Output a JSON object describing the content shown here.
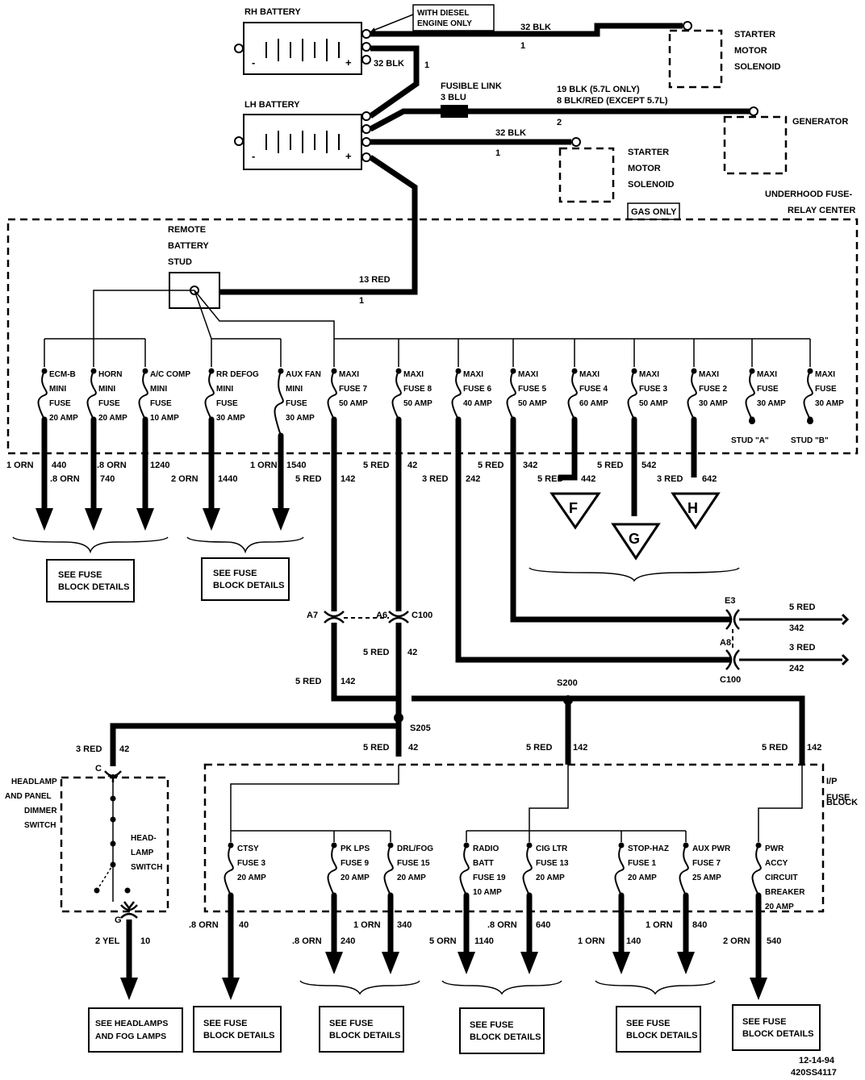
{
  "batteries": {
    "rh": {
      "label": "RH BATTERY",
      "note": "WITH DIESEL ENGINE ONLY"
    },
    "lh": {
      "label": "LH BATTERY"
    }
  },
  "top_wires": {
    "w_rh_starter": {
      "gauge": "32 BLK",
      "circuit": "1"
    },
    "w_rh_lh": {
      "gauge": "32 BLK",
      "circuit": "1"
    },
    "fusible_link": "FUSIBLE LINK 3 BLU",
    "w_gen_a": "19 BLK (5.7L ONLY)",
    "w_gen_b": "8 BLK/RED (EXCEPT 5.7L)",
    "w_gen_circuit": "2",
    "w_lh_starter": {
      "gauge": "32 BLK",
      "circuit": "1"
    }
  },
  "components": {
    "starter_rh": "STARTER MOTOR SOLENOID",
    "starter_gas": "STARTER MOTOR SOLENOID",
    "gas_only": "GAS ONLY",
    "generator": "GENERATOR",
    "underhood": "UNDERHOOD FUSE- RELAY CENTER",
    "remote_stud": "REMOTE BATTERY STUD",
    "w_13red": {
      "gauge": "13 RED",
      "circuit": "1"
    },
    "ip_block": "I/P FUSE BLOCK"
  },
  "uh_fuses": [
    {
      "name": "ECM-B",
      "type": "MINI",
      "label": "FUSE",
      "rating": "20 AMP"
    },
    {
      "name": "HORN",
      "type": "MINI",
      "label": "FUSE",
      "rating": "20 AMP"
    },
    {
      "name": "A/C COMP",
      "type": "MINI",
      "label": "FUSE",
      "rating": "10 AMP"
    },
    {
      "name": "RR DEFOG",
      "type": "MINI",
      "label": "FUSE",
      "rating": "30 AMP"
    },
    {
      "name": "AUX FAN",
      "type": "MINI",
      "label": "FUSE",
      "rating": "30 AMP"
    },
    {
      "name": "MAXI",
      "type": "FUSE 7",
      "label": "",
      "rating": "50 AMP"
    },
    {
      "name": "MAXI",
      "type": "FUSE 8",
      "label": "",
      "rating": "50 AMP"
    },
    {
      "name": "MAXI",
      "type": "FUSE 6",
      "label": "",
      "rating": "40 AMP"
    },
    {
      "name": "MAXI",
      "type": "FUSE 5",
      "label": "",
      "rating": "50 AMP"
    },
    {
      "name": "MAXI",
      "type": "FUSE 4",
      "label": "",
      "rating": "60 AMP"
    },
    {
      "name": "MAXI",
      "type": "FUSE 3",
      "label": "",
      "rating": "50 AMP"
    },
    {
      "name": "MAXI",
      "type": "FUSE 2",
      "label": "",
      "rating": "30 AMP"
    },
    {
      "name": "MAXI",
      "type": "FUSE",
      "label": "",
      "rating": "30 AMP"
    },
    {
      "name": "MAXI",
      "type": "FUSE",
      "label": "",
      "rating": "30 AMP"
    }
  ],
  "studs": {
    "a": "STUD \"A\"",
    "b": "STUD \"B\""
  },
  "uh_wires": {
    "w1": {
      "gauge": "1 ORN",
      "circuit": "440"
    },
    "w2": {
      "gauge": ".8 ORN",
      "circuit": "740"
    },
    "w3": {
      "gauge": ".8 ORN",
      "circuit": "1240"
    },
    "w4": {
      "gauge": "2 ORN",
      "circuit": "1440"
    },
    "w5": {
      "gauge": "1 ORN",
      "circuit": "1540"
    },
    "w6": {
      "gauge": "5 RED",
      "circuit": "142"
    },
    "w7": {
      "gauge": "5 RED",
      "circuit": "42"
    },
    "w8": {
      "gauge": "3 RED",
      "circuit": "242"
    },
    "w9": {
      "gauge": "5 RED",
      "circuit": "342"
    },
    "w10": {
      "gauge": "5 RED",
      "circuit": "442"
    },
    "w11": {
      "gauge": "5 RED",
      "circuit": "542"
    },
    "w12": {
      "gauge": "3 RED",
      "circuit": "642"
    }
  },
  "offpage": {
    "f": "F",
    "g": "G",
    "h": "H"
  },
  "see_fuse": "SEE FUSE BLOCK DETAILS",
  "connectors": {
    "a7": "A7",
    "a6": "A6",
    "c100": "C100",
    "e3": "E3",
    "a8": "A8",
    "c100b": "C100"
  },
  "right_wires": {
    "e3_gauge": "5 RED",
    "e3_circuit": "342",
    "a8_gauge": "3 RED",
    "a8_circuit": "242"
  },
  "mid_wires": {
    "w42": {
      "gauge": "5 RED",
      "circuit": "42"
    },
    "w142": {
      "gauge": "5 RED",
      "circuit": "142"
    },
    "s200": "S200",
    "s205": "S205",
    "s205_w": {
      "gauge": "5 RED",
      "circuit": "42"
    },
    "s200_w": {
      "gauge": "5 RED",
      "circuit": "142"
    },
    "right_w": {
      "gauge": "5 RED",
      "circuit": "142"
    },
    "hl_w": {
      "gauge": "3 RED",
      "circuit": "42"
    }
  },
  "headlamp": {
    "switch": "HEADLAMP AND PANEL DIMMER SWITCH",
    "lamp_switch": "HEAD- LAMP SWITCH",
    "conn_c": "C",
    "conn_g": "G",
    "out_gauge": "2 YEL",
    "out_circuit": "10",
    "see": "SEE HEADLAMPS AND FOG LAMPS"
  },
  "ip_fuses": [
    {
      "name": "CTSY",
      "fuse": "FUSE 3",
      "rating": "20 AMP"
    },
    {
      "name": "PK LPS",
      "fuse": "FUSE 9",
      "rating": "20 AMP"
    },
    {
      "name": "DRL/FOG",
      "fuse": "FUSE 15",
      "rating": "20 AMP"
    },
    {
      "name": "RADIO",
      "fuse": "BATT",
      "rating": "FUSE 19",
      "extra": "10 AMP"
    },
    {
      "name": "CIG LTR",
      "fuse": "FUSE 13",
      "rating": "20 AMP"
    },
    {
      "name": "STOP-HAZ",
      "fuse": "FUSE 1",
      "rating": "20 AMP"
    },
    {
      "name": "AUX PWR",
      "fuse": "FUSE 7",
      "rating": "25 AMP"
    },
    {
      "name": "PWR",
      "fuse": "ACCY",
      "rating": "CIRCUIT",
      "extra": "BREAKER",
      "extra2": "20 AMP"
    }
  ],
  "ip_wires": {
    "w1": {
      "gauge": ".8 ORN",
      "circuit": "40"
    },
    "w2": {
      "gauge": ".8 ORN",
      "circuit": "240"
    },
    "w3": {
      "gauge": "1 ORN",
      "circuit": "340"
    },
    "w4": {
      "gauge": "5 ORN",
      "circuit": "1140"
    },
    "w5": {
      "gauge": ".8 ORN",
      "circuit": "640"
    },
    "w6": {
      "gauge": "1 ORN",
      "circuit": "140"
    },
    "w7": {
      "gauge": "1 ORN",
      "circuit": "840"
    },
    "w8": {
      "gauge": "2 ORN",
      "circuit": "540"
    }
  },
  "footer": {
    "date": "12-14-94",
    "code": "420SS4117"
  }
}
